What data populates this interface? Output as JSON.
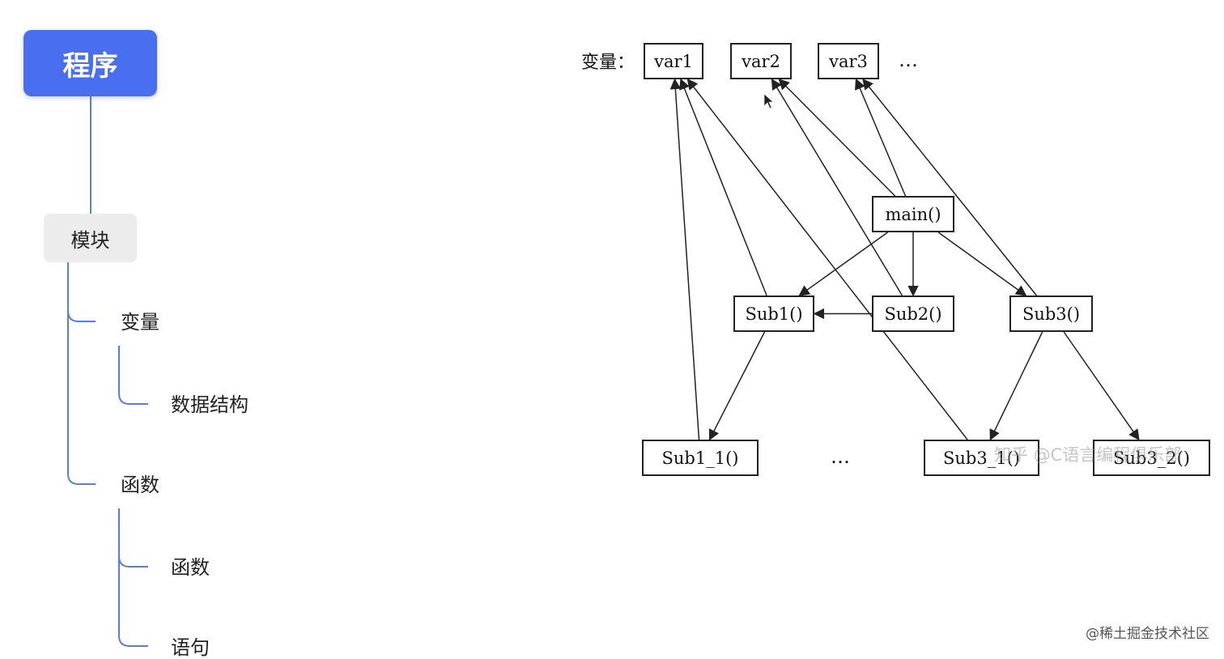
{
  "mindmap": {
    "root": "程序",
    "module": "模块",
    "variables": "变量",
    "data_structure": "数据结构",
    "functions": "函数",
    "function_child": "函数",
    "statement": "语句"
  },
  "graph": {
    "var_label": "变量：",
    "nodes": {
      "var1": "var1",
      "var2": "var2",
      "var3": "var3",
      "main": "main()",
      "sub1": "Sub1()",
      "sub2": "Sub2()",
      "sub3": "Sub3()",
      "sub1_1": "Sub1_1()",
      "sub3_1": "Sub3_1()",
      "sub3_2": "Sub3_2()"
    },
    "ellipsis_top": "…",
    "ellipsis_bottom": "…",
    "edges": [
      {
        "from": "main",
        "to": "var2"
      },
      {
        "from": "main",
        "to": "var3"
      },
      {
        "from": "main",
        "to": "sub1"
      },
      {
        "from": "main",
        "to": "sub2"
      },
      {
        "from": "main",
        "to": "sub3"
      },
      {
        "from": "sub2",
        "to": "sub1"
      },
      {
        "from": "sub1",
        "to": "var1"
      },
      {
        "from": "sub2",
        "to": "var2"
      },
      {
        "from": "sub3",
        "to": "var3"
      },
      {
        "from": "sub1",
        "to": "sub1_1"
      },
      {
        "from": "sub1_1",
        "to": "var1"
      },
      {
        "from": "sub3_1",
        "to": "var1"
      },
      {
        "from": "sub3",
        "to": "sub3_1"
      },
      {
        "from": "sub3",
        "to": "sub3_2"
      }
    ]
  },
  "watermark": "知乎 @C语言编程俱乐部",
  "footer": "@稀土掘金技术社区",
  "colors": {
    "root_fill": "#4a6ef0",
    "connector": "#5b7be0",
    "module_fill": "#ececec"
  }
}
